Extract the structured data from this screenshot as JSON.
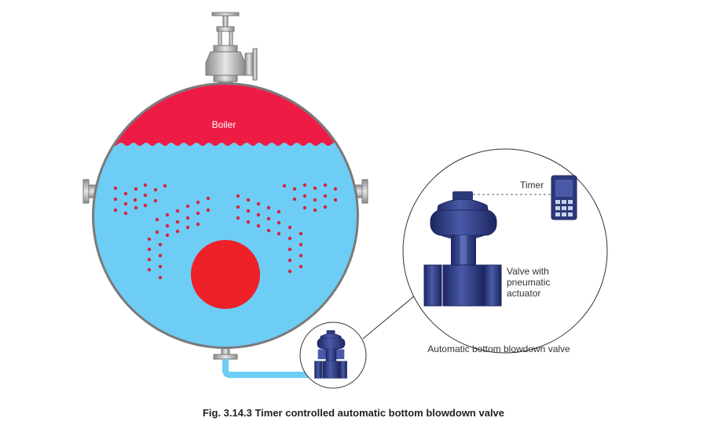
{
  "labels": {
    "boiler": "Boiler",
    "timer": "Timer",
    "valve": "Valve with\npneumatic\nactuator",
    "automatic_valve": "Automatic bottom blowdown valve"
  },
  "caption": "Fig. 3.14.3 Timer controlled automatic bottom blowdown valve",
  "colors": {
    "steam": "#ee1c45",
    "water": "#6dcdf5",
    "shell": "#9a9a9a",
    "bubble": "#d8233a",
    "fire_tube": "#ee2028",
    "valve_body": "#2c3a7a",
    "pipe": "#6dcdf5"
  },
  "icons": [
    "globe-valve-icon",
    "flange-icon",
    "pneumatic-valve-icon",
    "timer-device-icon"
  ]
}
